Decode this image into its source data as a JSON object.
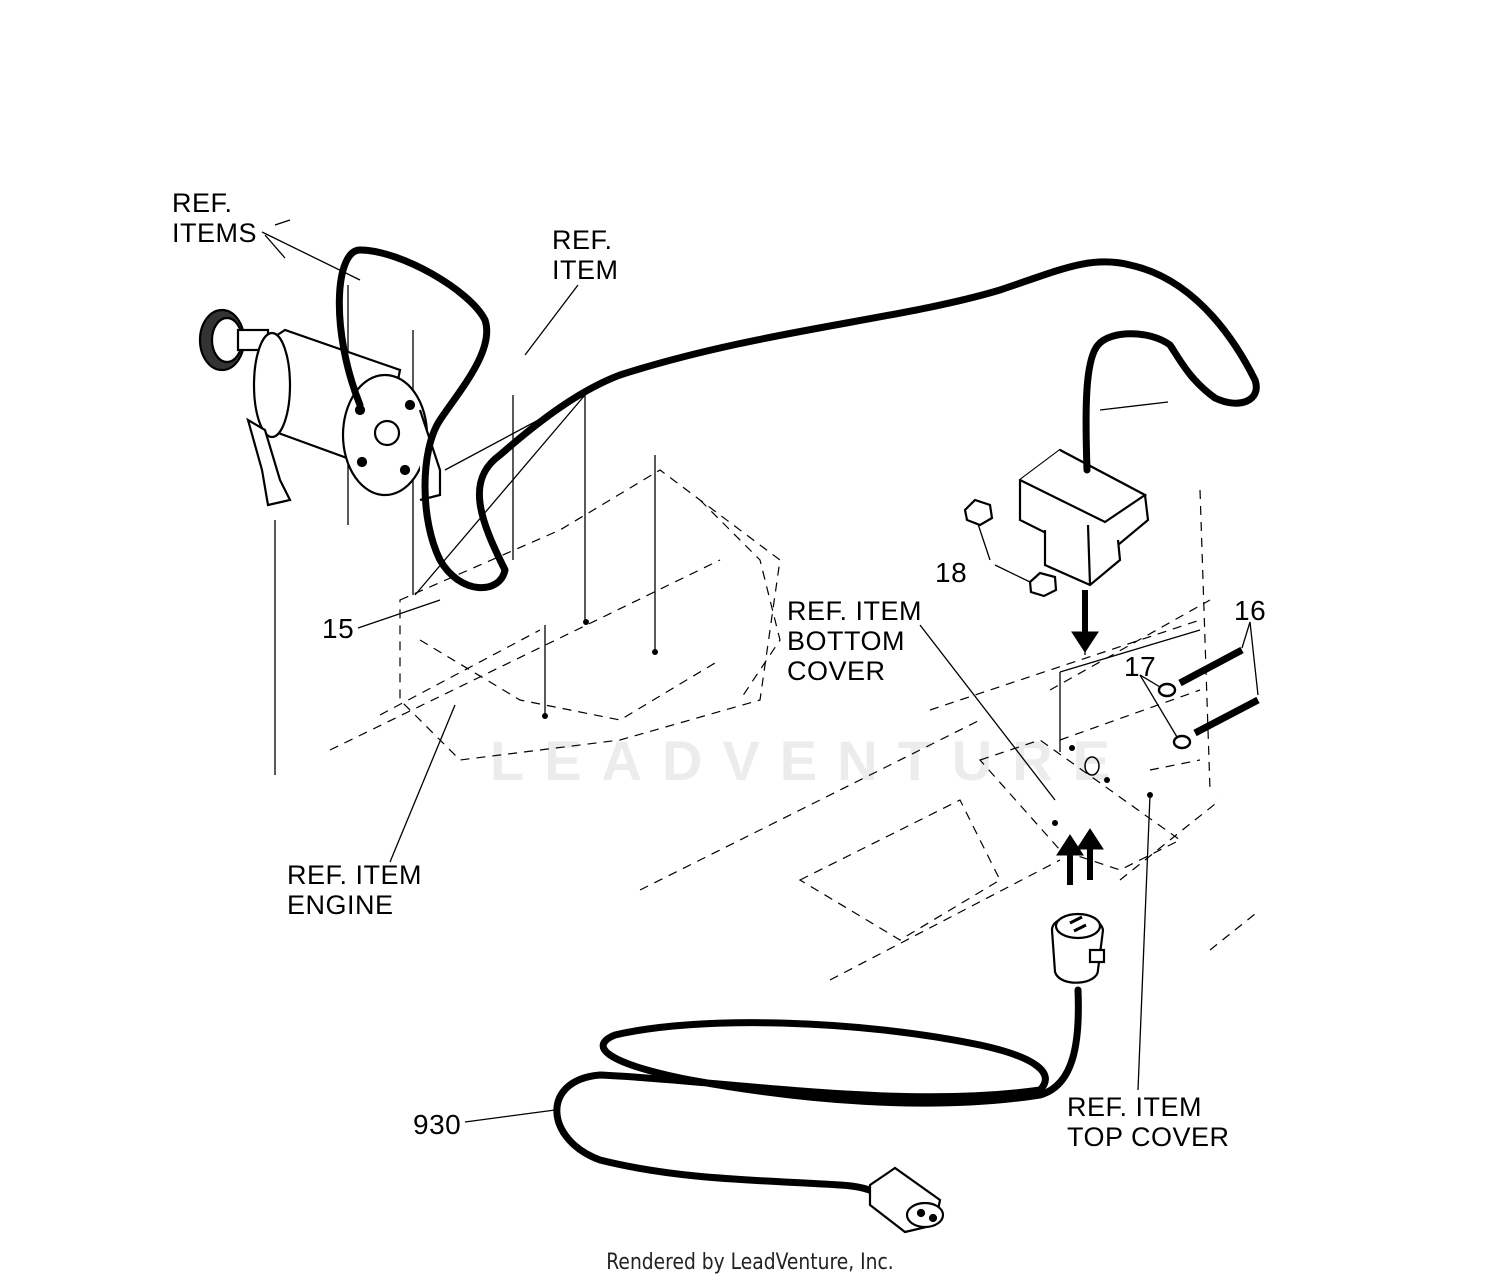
{
  "labels": {
    "ref_items": [
      "REF.",
      "ITEMS"
    ],
    "ref_item_top": [
      "REF.",
      "ITEM"
    ],
    "ref_item_bottom_cover": [
      "REF. ITEM",
      "BOTTOM",
      "COVER"
    ],
    "ref_item_engine": [
      "REF. ITEM",
      "ENGINE"
    ],
    "ref_item_top_cover": [
      "REF. ITEM",
      "TOP COVER"
    ],
    "part_15": "15",
    "part_16": "16",
    "part_17": "17",
    "part_18": "18",
    "part_930": "930"
  },
  "watermark": "LEADVENTURE",
  "footer": "Rendered by LeadVenture, Inc."
}
